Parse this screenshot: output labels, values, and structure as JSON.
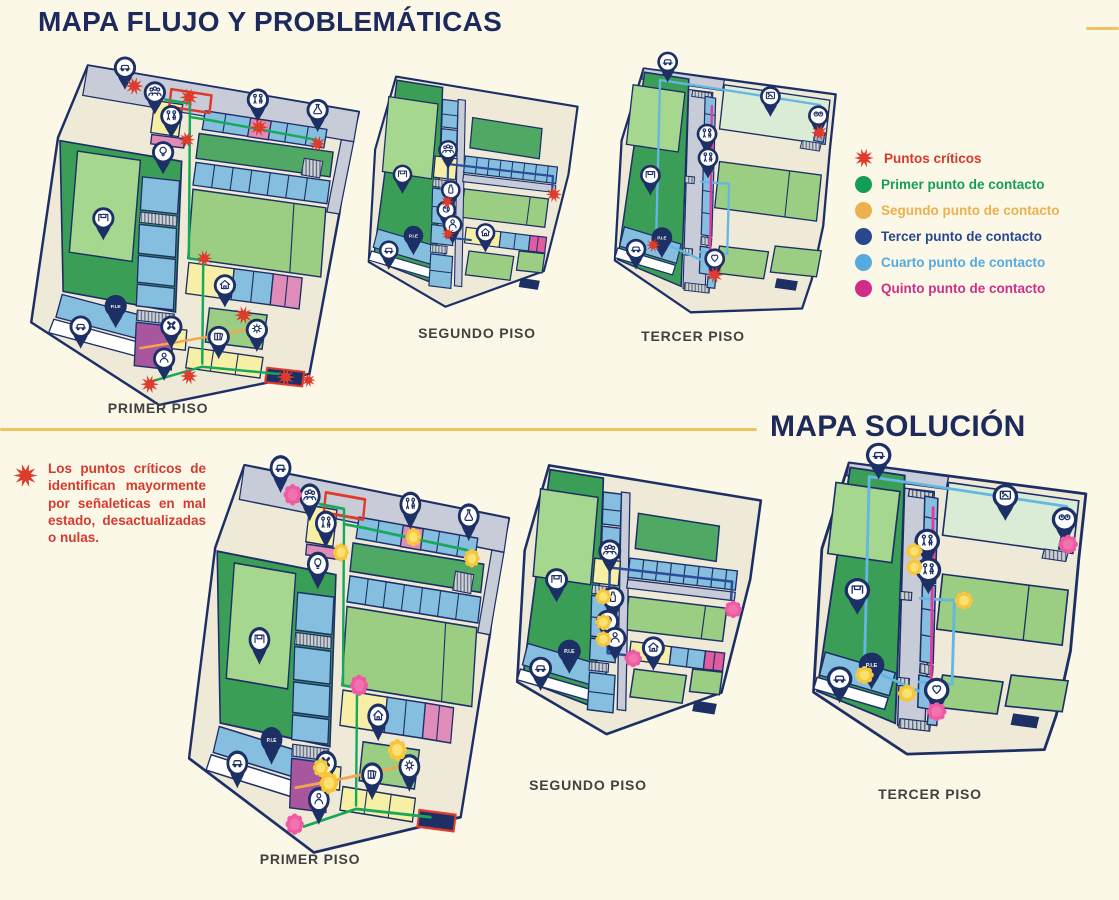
{
  "page": {
    "background": "#fcf8e8",
    "accent_color": "#eec45f"
  },
  "titles": {
    "problem": "MAPA FLUJO Y PROBLEMÁTICAS",
    "solution": "MAPA SOLUCIÓN"
  },
  "legend": {
    "items": [
      {
        "marker": "star",
        "color": "#d6392e",
        "label": "Puntos críticos"
      },
      {
        "marker": "dot",
        "color": "#149e54",
        "label": "Primer punto de contacto"
      },
      {
        "marker": "dot",
        "color": "#ecb04f",
        "label": "Segundo punto de contacto"
      },
      {
        "marker": "dot",
        "color": "#27488f",
        "label": "Tercer punto de contacto"
      },
      {
        "marker": "dot",
        "color": "#56aadf",
        "label": "Cuarto punto de contacto"
      },
      {
        "marker": "dot",
        "color": "#d02c88",
        "label": "Quinto punto de contacto"
      }
    ]
  },
  "note": {
    "text": "Los puntos críticos de identifican mayormente por señaleticas en mal estado, desactualizadas o nulas."
  },
  "pin_labels": {
    "pie": "P.I.E"
  },
  "maps": {
    "p1": {
      "id": "primer-piso-problema",
      "label": "PRIMER PISO",
      "pins": [
        "car",
        "people-group",
        "restroom",
        "lightbulb",
        "restroom",
        "lab",
        "soccer-goal",
        "P.I.E",
        "car",
        "first-aid",
        "person",
        "home",
        "library",
        "sun"
      ],
      "critical_points": 11,
      "routes": [
        "green",
        "red",
        "orange"
      ]
    },
    "p2": {
      "id": "segundo-piso-problema",
      "label": "SEGUNDO PISO",
      "pins": [
        "people-group",
        "soccer-goal",
        "bottle",
        "art",
        "people",
        "home",
        "P.I.E",
        "car"
      ],
      "critical_points": 3,
      "routes": [
        "dark-blue"
      ]
    },
    "p3": {
      "id": "tercer-piso-problema",
      "label": "TERCER PISO",
      "pins": [
        "car",
        "museum",
        "faces",
        "restroom",
        "restroom",
        "soccer-goal",
        "P.I.E",
        "car",
        "heart"
      ],
      "critical_points": 3,
      "routes": [
        "light-blue",
        "magenta"
      ]
    },
    "s1": {
      "id": "primer-piso-solucion",
      "label": "PRIMER PISO",
      "pins": [
        "car",
        "people-group",
        "restroom",
        "lightbulb",
        "restroom",
        "lab",
        "soccer-goal",
        "P.I.E",
        "car",
        "first-aid",
        "person",
        "home",
        "library",
        "sun"
      ],
      "markers": {
        "pink_flowers": 3,
        "yellow_flowers": 6
      },
      "routes": [
        "green",
        "red",
        "orange"
      ]
    },
    "s2": {
      "id": "segundo-piso-solucion",
      "label": "SEGUNDO PISO",
      "pins": [
        "people-group",
        "soccer-goal",
        "bottle",
        "art",
        "people",
        "home",
        "P.I.E",
        "car"
      ],
      "markers": {
        "pink_flowers": 2,
        "yellow_flowers": 3
      },
      "routes": [
        "dark-blue"
      ]
    },
    "s3": {
      "id": "tercer-piso-solucion",
      "label": "TERCER PISO",
      "pins": [
        "car",
        "museum",
        "faces",
        "restroom",
        "restroom",
        "soccer-goal",
        "P.I.E",
        "car",
        "heart"
      ],
      "markers": {
        "pink_flowers": 2,
        "yellow_flowers": 5
      },
      "routes": [
        "light-blue",
        "magenta"
      ]
    }
  },
  "colors": {
    "routes": {
      "green": "#18a85b",
      "red": "#e03a2c",
      "orange": "#f0a84e",
      "dark_blue": "#2a4d9b",
      "light_blue": "#64b6e3",
      "magenta": "#e5399b"
    },
    "markers": {
      "critical_star": "#dd3b2b",
      "pink_flower": "#ee5aa4",
      "yellow_flower": "#f6c73e"
    },
    "pin": "#1d3066"
  }
}
